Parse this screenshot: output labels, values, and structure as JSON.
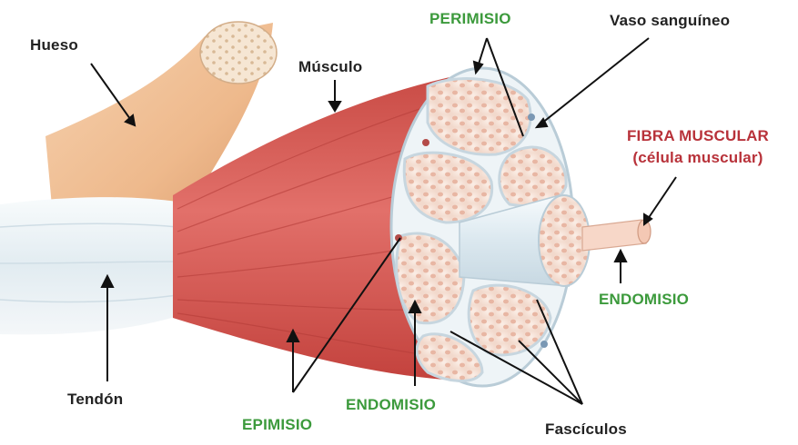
{
  "labels": {
    "hueso": "Hueso",
    "musculo": "Músculo",
    "perimisio": "PERIMISIO",
    "vaso": "Vaso sanguíneo",
    "fibra_line1": "FIBRA MUSCULAR",
    "fibra_line2": "(célula muscular)",
    "endomisio_right": "ENDOMISIO",
    "tendon": "Tendón",
    "epimisio": "EPIMISIO",
    "endomisio_bottom": "ENDOMISIO",
    "fasciculos": "Fascículos"
  },
  "colors": {
    "green_label": "#3c9a3c",
    "red_label": "#b8323a",
    "muscle": "#d9564e",
    "bone": "#f0c19a",
    "tendon": "#eef3f6"
  }
}
